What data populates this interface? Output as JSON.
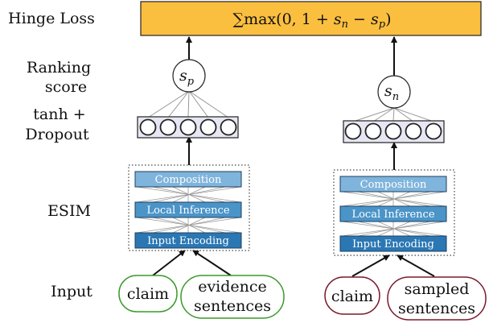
{
  "row_labels": {
    "hinge_loss": "Hinge Loss",
    "ranking_line1": "Ranking",
    "ranking_line2": "score",
    "tanh_line1": "tanh +",
    "tanh_line2": "Dropout",
    "esim": "ESIM",
    "input": "Input"
  },
  "loss_formula": {
    "sum": "∑",
    "prefix": "max(0, 1 + ",
    "s_n": "s",
    "s_n_sub": "n",
    "minus": " − ",
    "s_p": "s",
    "s_p_sub": "p",
    "suffix": ")"
  },
  "left_branch": {
    "score_var": "s",
    "score_sub": "p",
    "esim_layers": {
      "composition": "Composition",
      "local_inference": "Local Inference",
      "input_encoding": "Input Encoding"
    },
    "inputs": {
      "claim": "claim",
      "evidence_line1": "evidence",
      "evidence_line2": "sentences"
    }
  },
  "right_branch": {
    "score_var": "s",
    "score_sub": "n",
    "esim_layers": {
      "composition": "Composition",
      "local_inference": "Local Inference",
      "input_encoding": "Input Encoding"
    },
    "inputs": {
      "claim": "claim",
      "sampled_line1": "sampled",
      "sampled_line2": "sentences"
    }
  },
  "colors": {
    "loss_fill": "#fbbf3f",
    "dropout_fill": "#e7e7f3",
    "composition_fill": "#7fb4dc",
    "local_inference_fill": "#4a94c8",
    "input_encoding_fill": "#2a77b4",
    "left_input_border": "#3a9a2a",
    "right_input_border": "#7a1a2a"
  }
}
